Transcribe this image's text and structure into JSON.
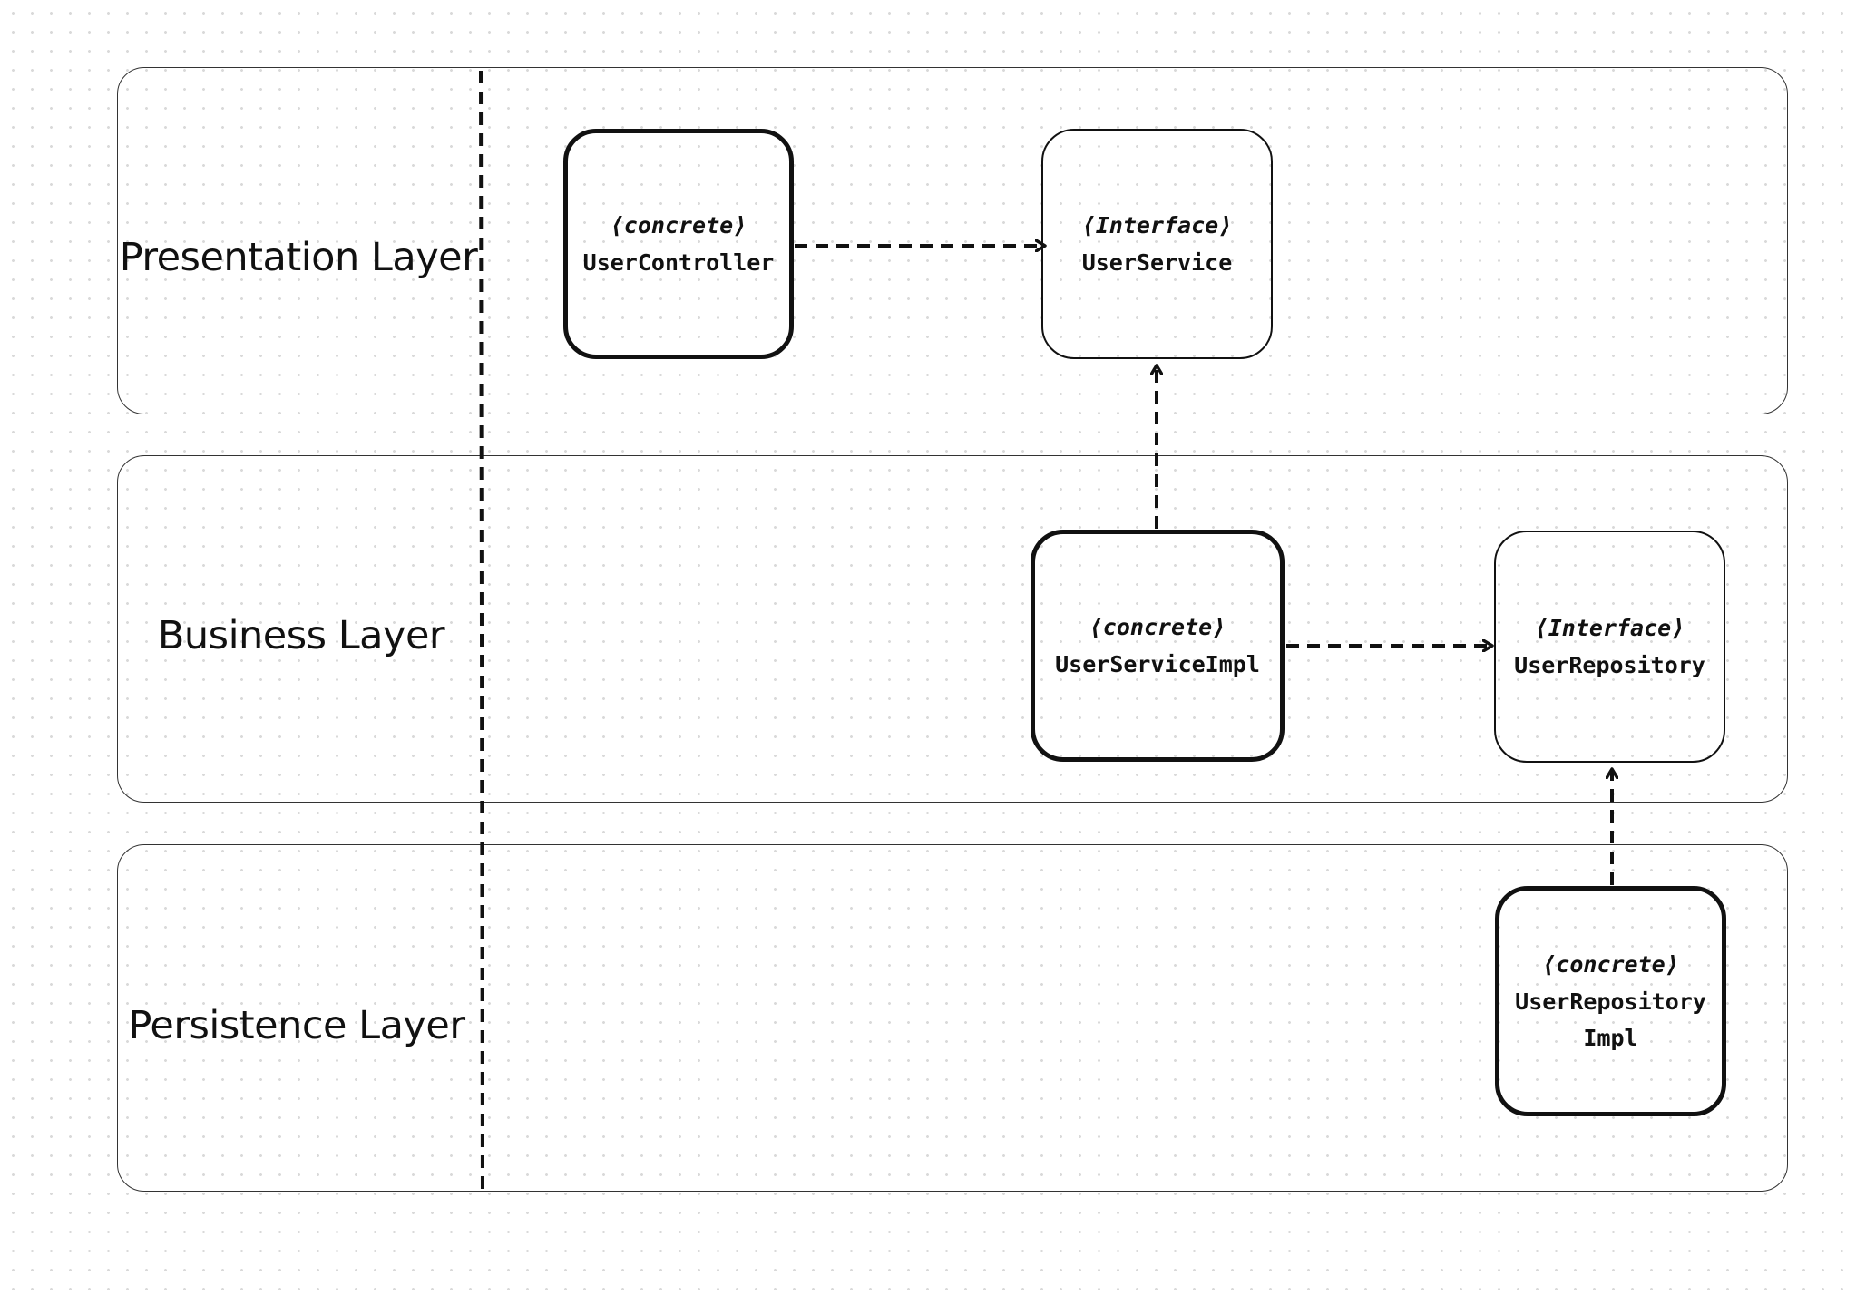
{
  "lanes": [
    {
      "id": "presentation",
      "label": "Presentation Layer"
    },
    {
      "id": "business",
      "label": "Business Layer"
    },
    {
      "id": "persistence",
      "label": "Persistence Layer"
    }
  ],
  "nodes": {
    "user_controller": {
      "stereotype": "⟨concrete⟩",
      "name": "UserController",
      "kind": "concrete"
    },
    "user_service": {
      "stereotype": "⟨Interface⟩",
      "name": "UserService",
      "kind": "interface"
    },
    "user_service_impl": {
      "stereotype": "⟨concrete⟩",
      "name": "UserServiceImpl",
      "kind": "concrete"
    },
    "user_repository": {
      "stereotype": "⟨Interface⟩",
      "name": "UserRepository",
      "kind": "interface"
    },
    "user_repository_impl": {
      "stereotype": "⟨concrete⟩",
      "name": "UserRepository\nImpl",
      "kind": "concrete"
    }
  },
  "edges": [
    {
      "from": "user_controller",
      "to": "user_service",
      "style": "dashed"
    },
    {
      "from": "user_service_impl",
      "to": "user_service",
      "style": "dashed"
    },
    {
      "from": "user_service_impl",
      "to": "user_repository",
      "style": "dashed"
    },
    {
      "from": "user_repository_impl",
      "to": "user_repository",
      "style": "dashed"
    }
  ],
  "colors": {
    "stroke": "#111111",
    "lane_border": "#333333",
    "background": "#ffffff",
    "grid_dot": "#d9d9d9"
  }
}
